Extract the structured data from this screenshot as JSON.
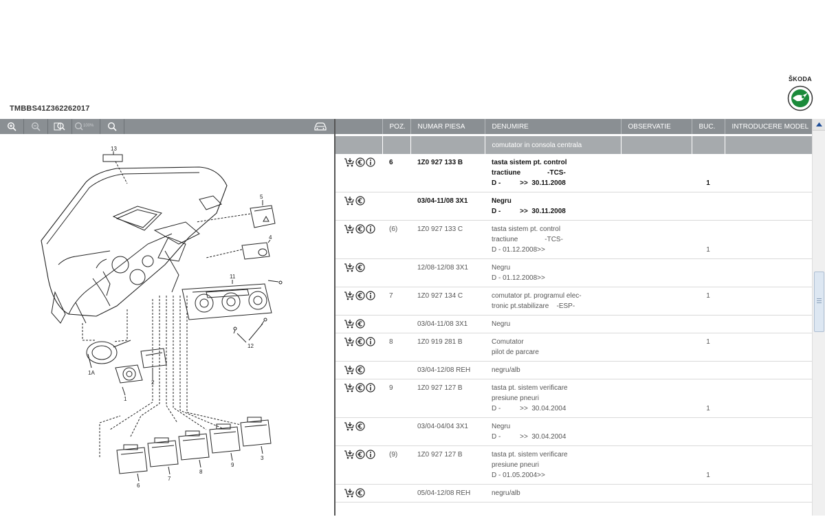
{
  "vin": "TMBBS41Z362262017",
  "brand": {
    "text": "ŠKODA",
    "logo_color": "#1a8a3a"
  },
  "toolbar": {
    "buttons": [
      "zoom-in-icon",
      "zoom-out-icon",
      "zoom-fit-icon",
      "zoom-100-icon",
      "search-icon"
    ],
    "zoom_100_label": "100%",
    "car_icon": "car-icon"
  },
  "diagram": {
    "callouts": [
      "13",
      "5",
      "4",
      "11",
      "12",
      "1A",
      "2",
      "1",
      "6",
      "7",
      "8",
      "9",
      "3"
    ]
  },
  "table": {
    "headers": [
      "",
      "POZ.",
      "NUMAR PIESA",
      "DENUMIRE",
      "OBSERVATIE",
      "BUC.",
      "INTRODUCERE MODEL"
    ],
    "group_title": "comutator in consola centrala",
    "rows": [
      {
        "kind": "primary",
        "icons": [
          "cart-icon",
          "euro-icon",
          "info-icon"
        ],
        "poz": "6",
        "part": "1Z0 927 133 B",
        "den": [
          "tasta sistem pt. control",
          "tractiune              -TCS-",
          "D -          >>  30.11.2008"
        ],
        "obs": "",
        "qty": "1",
        "qty_line": 3
      },
      {
        "kind": "primary",
        "icons": [
          "cart-icon",
          "euro-icon"
        ],
        "poz": "",
        "part": "03/04-11/08 3X1",
        "den": [
          "Negru",
          "D -          >>  30.11.2008"
        ],
        "obs": "",
        "qty": "",
        "qty_line": 0
      },
      {
        "kind": "secondary",
        "icons": [
          "cart-icon",
          "euro-icon",
          "info-icon"
        ],
        "poz": "(6)",
        "part": "1Z0 927 133 C",
        "den": [
          "tasta sistem pt. control",
          "tractiune              -TCS-",
          "D - 01.12.2008>>"
        ],
        "obs": "",
        "qty": "1",
        "qty_line": 3
      },
      {
        "kind": "secondary",
        "icons": [
          "cart-icon",
          "euro-icon"
        ],
        "poz": "",
        "part": "12/08-12/08 3X1",
        "den": [
          "Negru",
          "D - 01.12.2008>>"
        ],
        "obs": "",
        "qty": "",
        "qty_line": 0
      },
      {
        "kind": "secondary",
        "icons": [
          "cart-icon",
          "euro-icon",
          "info-icon"
        ],
        "poz": "7",
        "part": "1Z0 927 134 C",
        "den": [
          "comutator pt. programul elec-",
          "tronic pt.stabilizare    -ESP-"
        ],
        "obs": "",
        "qty": "1",
        "qty_line": 1
      },
      {
        "kind": "secondary",
        "icons": [
          "cart-icon",
          "euro-icon"
        ],
        "poz": "",
        "part": "03/04-11/08 3X1",
        "den": [
          "Negru"
        ],
        "obs": "",
        "qty": "",
        "qty_line": 0
      },
      {
        "kind": "secondary",
        "icons": [
          "cart-icon",
          "euro-icon",
          "info-icon"
        ],
        "poz": "8",
        "part": "1Z0 919 281 B",
        "den": [
          "Comutator",
          "pilot de parcare"
        ],
        "obs": "",
        "qty": "1",
        "qty_line": 1
      },
      {
        "kind": "secondary",
        "icons": [
          "cart-icon",
          "euro-icon"
        ],
        "poz": "",
        "part": "03/04-12/08 REH",
        "den": [
          "negru/alb"
        ],
        "obs": "",
        "qty": "",
        "qty_line": 0
      },
      {
        "kind": "secondary",
        "icons": [
          "cart-icon",
          "euro-icon",
          "info-icon"
        ],
        "poz": "9",
        "part": "1Z0 927 127 B",
        "den": [
          "tasta pt. sistem verificare",
          "presiune pneuri",
          "D -          >>  30.04.2004"
        ],
        "obs": "",
        "qty": "1",
        "qty_line": 3
      },
      {
        "kind": "secondary",
        "icons": [
          "cart-icon",
          "euro-icon"
        ],
        "poz": "",
        "part": "03/04-04/04 3X1",
        "den": [
          "Negru",
          "D -          >>  30.04.2004"
        ],
        "obs": "",
        "qty": "",
        "qty_line": 0
      },
      {
        "kind": "secondary",
        "icons": [
          "cart-icon",
          "euro-icon",
          "info-icon"
        ],
        "poz": "(9)",
        "part": "1Z0 927 127 B",
        "den": [
          "tasta pt. sistem verificare",
          "presiune pneuri",
          "D - 01.05.2004>>"
        ],
        "obs": "",
        "qty": "1",
        "qty_line": 3
      },
      {
        "kind": "secondary",
        "icons": [
          "cart-icon",
          "euro-icon"
        ],
        "poz": "",
        "part": "05/04-12/08 REH",
        "den": [
          "negru/alb"
        ],
        "obs": "",
        "qty": "",
        "qty_line": 0
      }
    ]
  }
}
